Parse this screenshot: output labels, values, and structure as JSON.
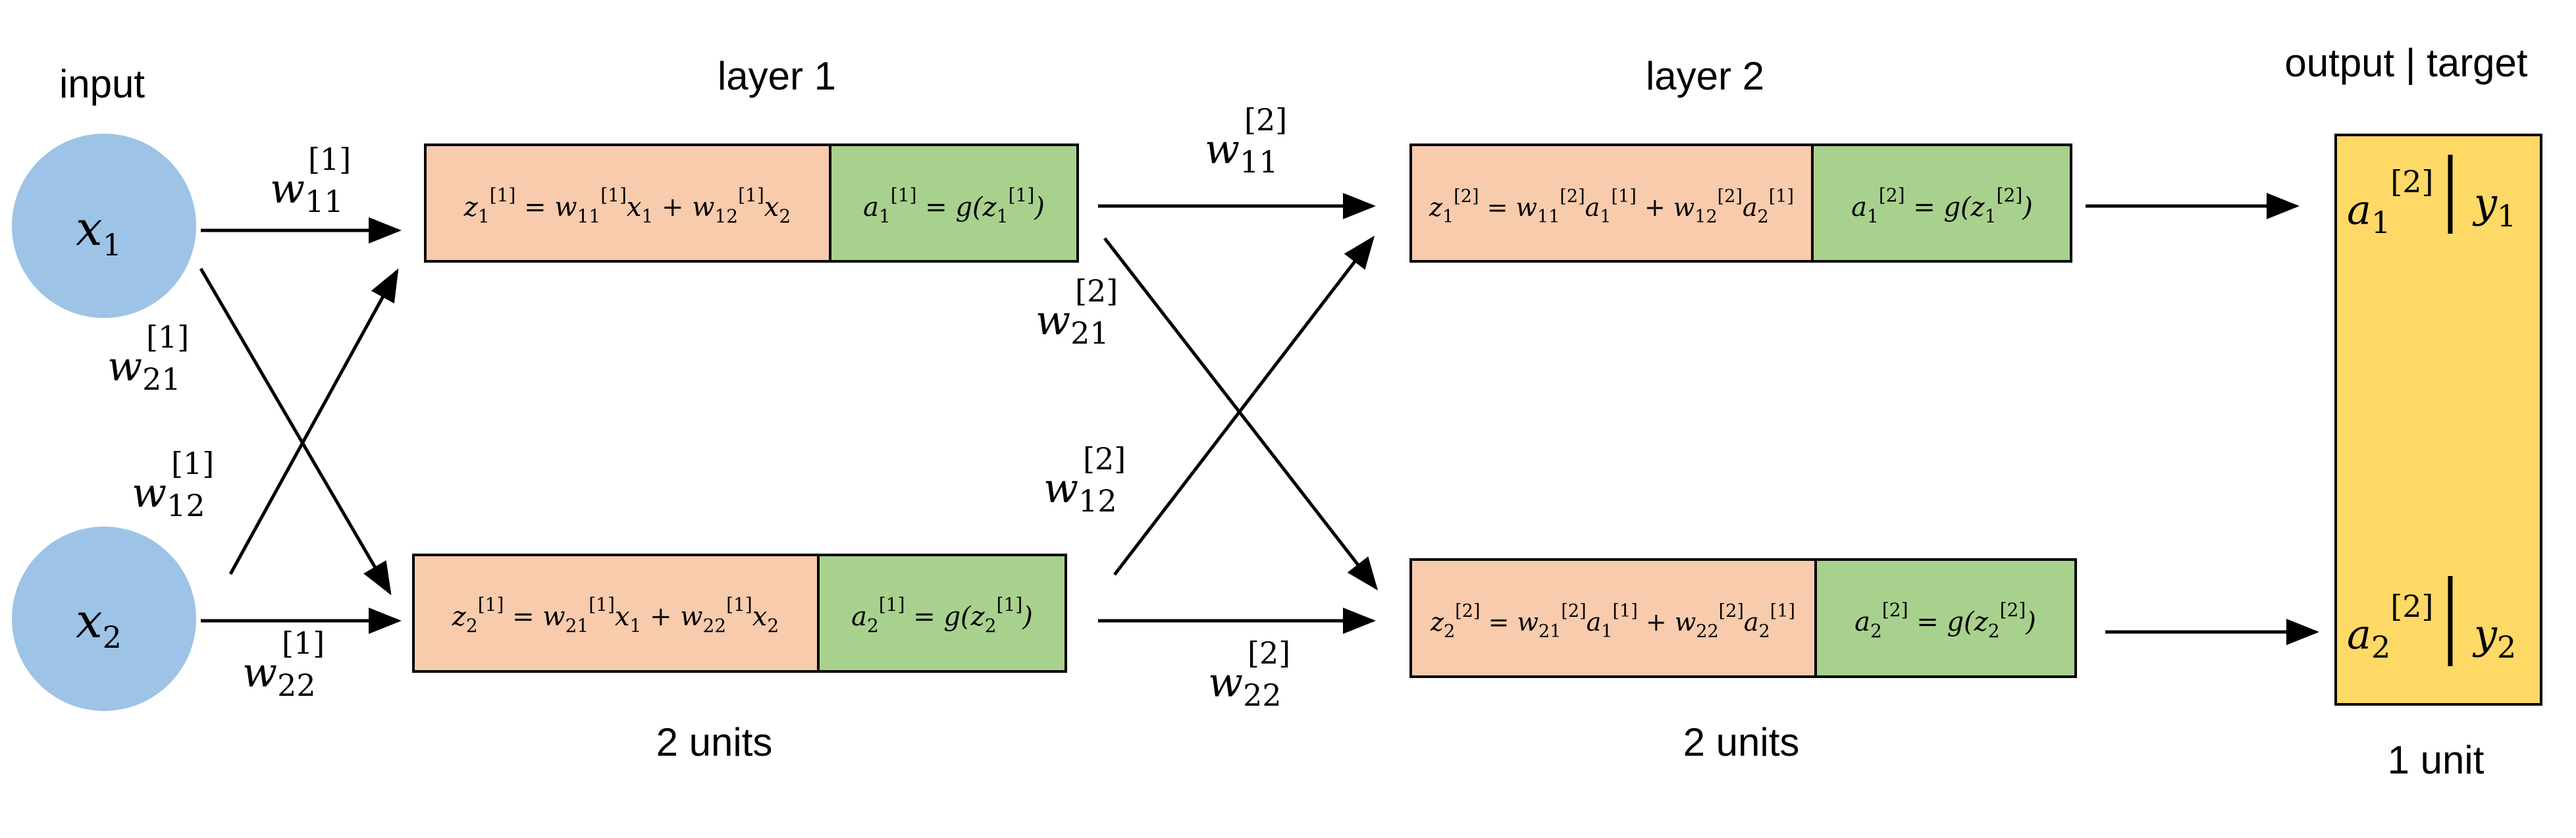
{
  "labels": {
    "input": "input",
    "layer1": "layer 1",
    "layer2": "layer 2",
    "output_target": "output | target",
    "units_layer1": "2 units",
    "units_layer2": "2 units",
    "units_output": "1 unit"
  },
  "inputs": [
    {
      "var": "x",
      "sub": "1"
    },
    {
      "var": "x",
      "sub": "2"
    }
  ],
  "weights": {
    "layer1": {
      "w11": "[1] / 11",
      "w21": "[1] / 21",
      "w12": "[1] / 12",
      "w22": "[1] / 22"
    },
    "layer2": {
      "w11": "[2] / 11",
      "w21": "[2] / 21",
      "w12": "[2] / 12",
      "w22": "[2] / 22"
    }
  },
  "layer1_units": [
    {
      "z_eq": "z1[1] = w11[1] x1 + w12[1] x2",
      "a_eq": "a1[1] = g(z1[1])"
    },
    {
      "z_eq": "z2[1] = w21[1] x1 + w22[1] x2",
      "a_eq": "a2[1] = g(z2[1])"
    }
  ],
  "layer2_units": [
    {
      "z_eq": "z1[2] = w11[2] a1[1] + w12[2] a2[1]",
      "a_eq": "a1[2] = g(z1[2])"
    },
    {
      "z_eq": "z2[2] = w21[2] a1[1] + w22[2] a2[1]",
      "a_eq": "a2[2] = g(z2[2])"
    }
  ],
  "outputs": [
    {
      "a": "a1[2]",
      "y": "y1"
    },
    {
      "a": "a2[2]",
      "y": "y2"
    }
  ],
  "colors": {
    "input_node": "#9dc3e6",
    "z_box": "#f8cbad",
    "a_box": "#a9d18e",
    "output_box": "#ffd966",
    "stroke": "#000000"
  }
}
